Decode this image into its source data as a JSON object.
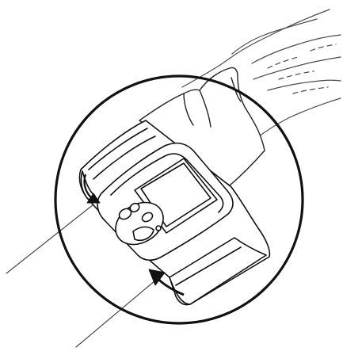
{
  "illustration": {
    "subject": "wrist-blood-pressure-monitor-cuff",
    "background_color": "#ffffff",
    "line_color": "#4a4a4a",
    "outline_color": "#111111",
    "device_fill": "#ffffff",
    "screen_fill": "#ffffff",
    "arrow_color": "#111111",
    "icons": [
      "hand-outline",
      "wrist-cuff",
      "monitor-screen",
      "button-cluster",
      "curved-arrow-left",
      "curved-arrow-bottom",
      "highlight-circle"
    ]
  }
}
